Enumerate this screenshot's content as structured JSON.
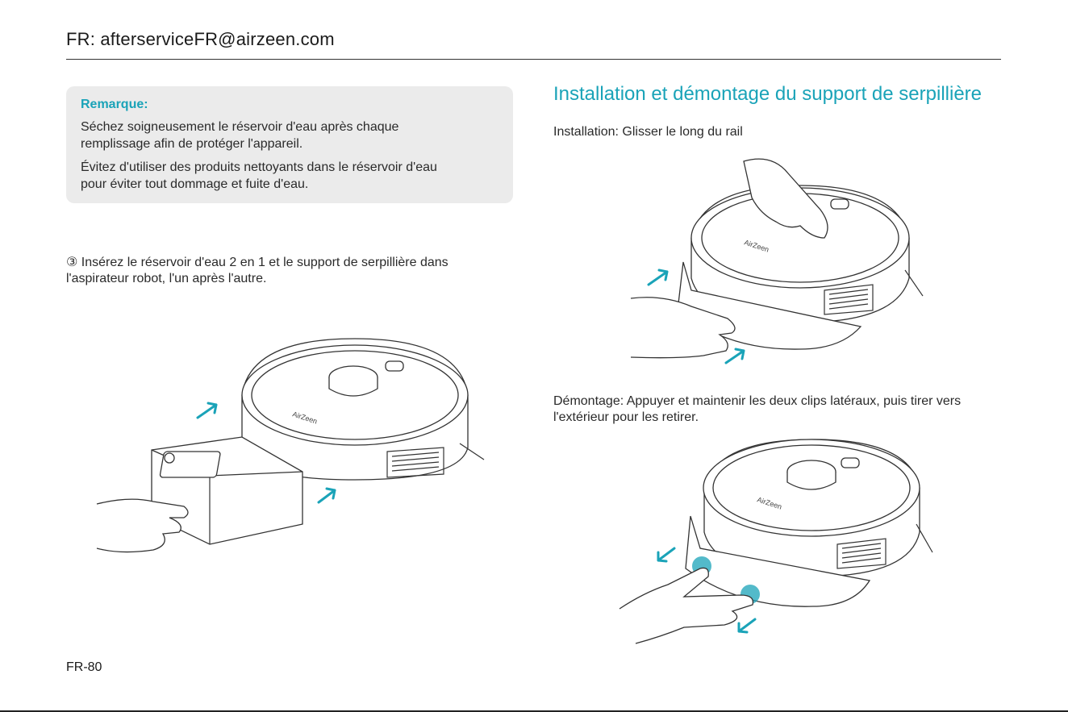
{
  "header": {
    "email": "FR: afterserviceFR@airzeen.com"
  },
  "note": {
    "title": "Remarque:",
    "line1": "Séchez soigneusement le réservoir d'eau après chaque",
    "line2": "remplissage afin de protéger l'appareil.",
    "line3": "Évitez d'utiliser des produits nettoyants dans le réservoir d'eau",
    "line4": "pour éviter tout dommage et fuite d'eau."
  },
  "step": {
    "line1": "③ Insérez le réservoir d'eau 2 en 1 et le support de serpillière dans",
    "line2": "l'aspirateur robot, l'un après l'autre."
  },
  "section": {
    "title": "Installation et démontage du support de serpillière",
    "install": "Installation: Glisser le long du rail",
    "remove_line1": "Démontage: Appuyer et maintenir les deux clips latéraux, puis tirer vers",
    "remove_line2": "l'extérieur pour les retirer."
  },
  "brand": "AirZeen",
  "footer": {
    "page": "FR-80"
  },
  "colors": {
    "accent": "#1aa3b8",
    "note_bg": "#ebebeb"
  },
  "icons": [
    "robot-vacuum-illustration",
    "hand-illustration",
    "arrow-icon"
  ]
}
